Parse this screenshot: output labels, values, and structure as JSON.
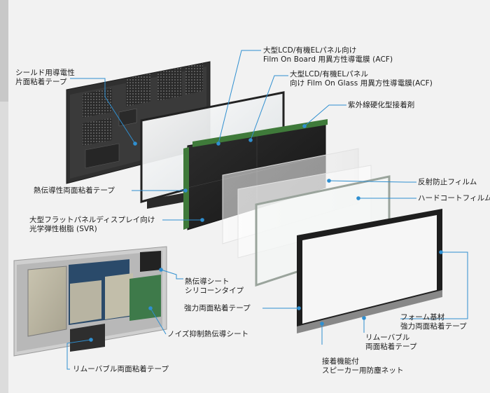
{
  "labels": {
    "shield_tape": [
      "シールド用導電性",
      "片面粘着テープ"
    ],
    "acf_board": [
      "大型LCD/有機ELパネル向け",
      "Film On Board 用異方性導電膜 (ACF)"
    ],
    "acf_glass": [
      "大型LCD/有機ELパネル",
      "向け Film On Glass 用異方性導電膜(ACF)"
    ],
    "uv_adhesive": [
      "紫外線硬化型接着剤"
    ],
    "thermal_tape": [
      "熱伝導性両面粘着テープ"
    ],
    "antireflect": [
      "反射防止フィルム"
    ],
    "hardcoat": [
      "ハードコートフィルム"
    ],
    "svr": [
      "大型フラットパネルディスプレイ向け",
      "光学弾性樹脂 (SVR)"
    ],
    "thermal_sheet": [
      "熱伝導シート",
      "シリコーンタイプ"
    ],
    "strong_tape": [
      "強力両面粘着テープ"
    ],
    "foam_tape": [
      "フォーム基材",
      "強力両面粘着テープ"
    ],
    "noise_sheet": [
      "ノイズ抑制熱伝導シート"
    ],
    "removable_double": [
      "リムーバブル",
      "両面粘着テープ"
    ],
    "speaker_net": [
      "接着機能付",
      "スピーカー用防塵ネット"
    ],
    "removable_tape": [
      "リムーバブル両面粘着テープ"
    ]
  },
  "colors": {
    "leader": "#2f8fd0",
    "dot": "#2f8fd0",
    "background": "#f2f2f2"
  }
}
